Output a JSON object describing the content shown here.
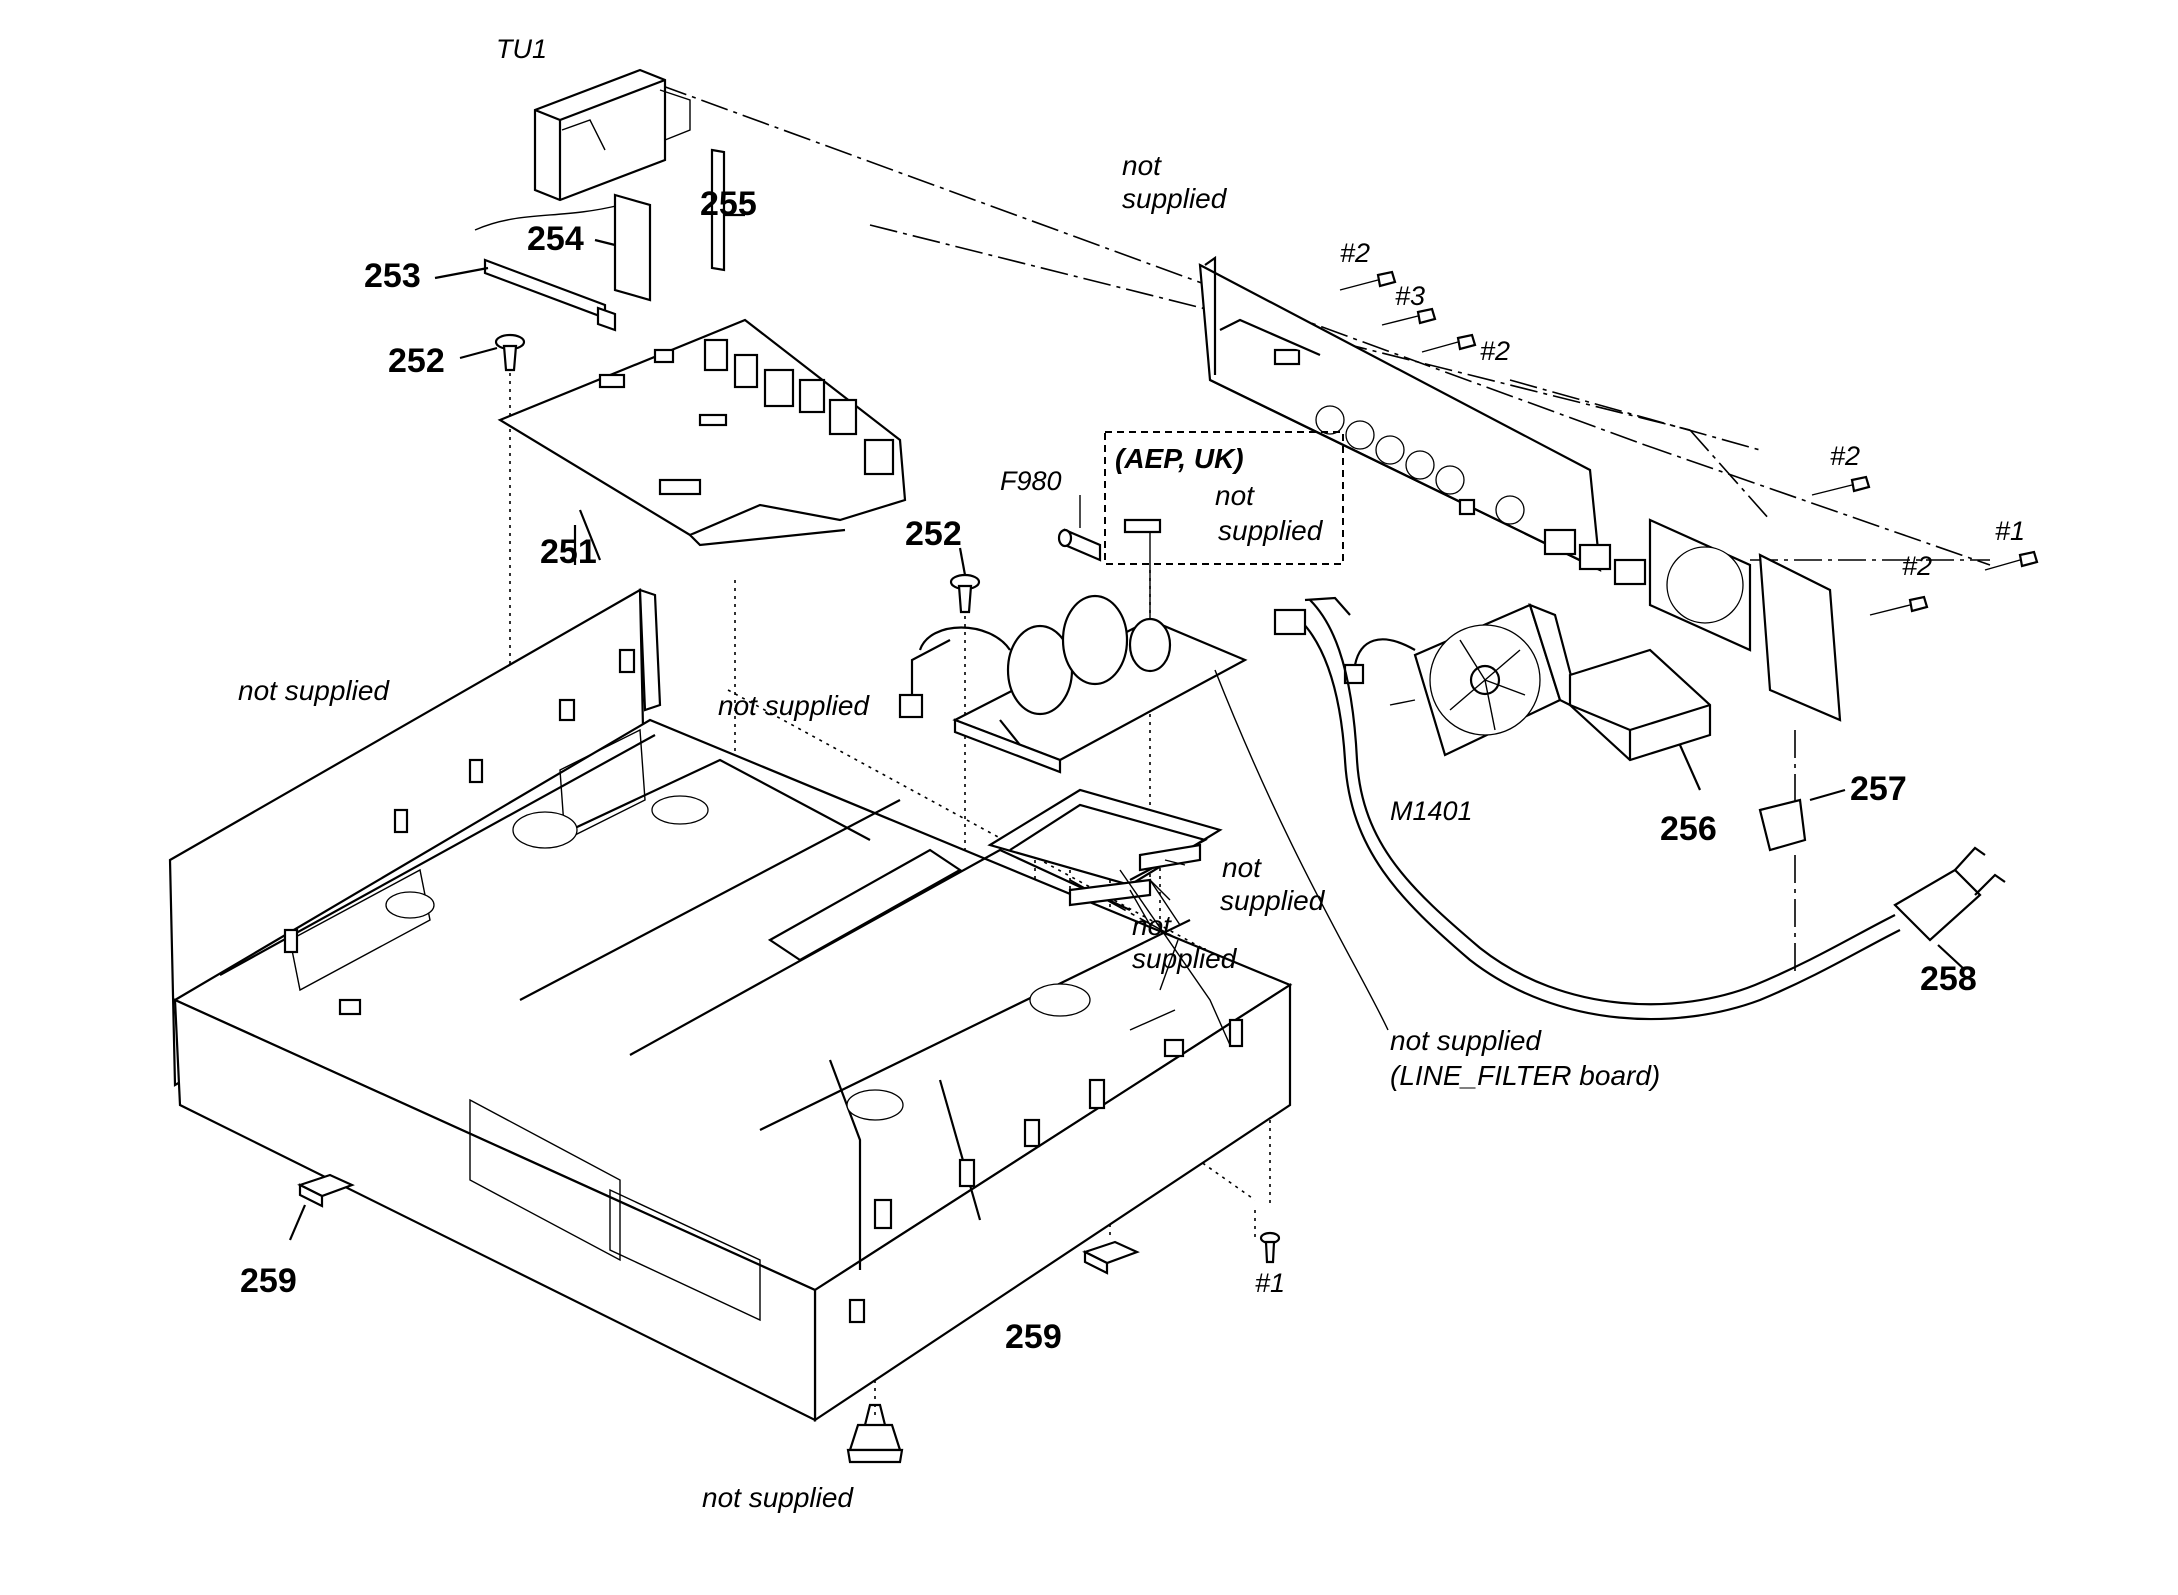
{
  "part_numbers": {
    "p251": "251",
    "p252a": "252",
    "p252b": "252",
    "p253": "253",
    "p254": "254",
    "p255": "255",
    "p256": "256",
    "p257": "257",
    "p258": "258",
    "p259a": "259",
    "p259b": "259"
  },
  "component_refs": {
    "tu1": "TU1",
    "f980": "F980",
    "m1401": "M1401"
  },
  "screw_refs": {
    "s1_top": "#1",
    "s1_bottom": "#1",
    "s2_a": "#2",
    "s2_b": "#2",
    "s2_c": "#2",
    "s2_d": "#2",
    "s3": "#3"
  },
  "notes": {
    "rear_panel_line1": "not",
    "rear_panel_line2": "supplied",
    "region_label": "(AEP, UK)",
    "region_line1": "not",
    "region_line2": "supplied",
    "chassis": "not supplied",
    "washer": "not supplied",
    "bracket_line1": "not",
    "bracket_line2": "supplied",
    "bracket2_line1": "not",
    "bracket2_line2": "supplied",
    "line_filter_line1": "not supplied",
    "line_filter_line2": "(LINE_FILTER board)",
    "foot": "not supplied"
  }
}
